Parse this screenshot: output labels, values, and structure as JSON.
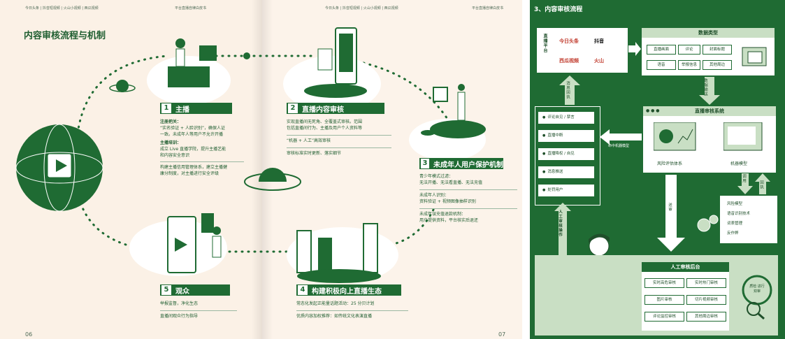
{
  "left_page": {
    "runhead": "今日头条 | 抖音短视频 | 火山小视频 | 西瓜视频",
    "title": "内容审核流程与机制",
    "folio": "06"
  },
  "right_page": {
    "runhead_center": "今日头条 | 抖音短视频 | 火山小视频 | 西瓜视频",
    "runhead_right": "平台直播自律白皮书",
    "folio": "07"
  },
  "left_runhead_right": "平台直播自律白皮书",
  "cards": {
    "c1": {
      "num": "1",
      "title": "主播",
      "l1": "注册把关：",
      "l2": "“实名验证 + 人脸识别”，确保人证",
      "l3": "一致。未成年人等用户不允许开播",
      "l4": "主播培训：",
      "l5": "成立 Live 直播学院，提升主播艺能",
      "l6": "和内容安全意识",
      "l7": "构建主播信用管理体系，建立主播健",
      "l8": "康分制度，对主播进行安全评级"
    },
    "c2": {
      "num": "2",
      "title": "直播内容审核",
      "l1": "实现直播间无死角、全覆盖式审核。范围",
      "l2": "包括直播间行为、主播及用户个人资料等",
      "l3": "“机器 + 人工”高效审核",
      "l4": "审核标准实时更新、落实细节"
    },
    "c3": {
      "num": "3",
      "title": "未成年人用户保护机制",
      "l1": "青少年模式过滤：",
      "l2": "无法开播、无法看直播、无法充值",
      "l3": "未成年人识别：",
      "l4": "资料验证 + 视频图像抽样识别",
      "l5": "未成年误充值退款机制：",
      "l6": "用户提供资料，平台核实后退还"
    },
    "c4": {
      "num": "4",
      "title": "构建积极向上直播生态",
      "l1": "常态化发起正能量话题活动：25 分贝计划",
      "l2": "优质内容加权推荐：如传统文化表演直播"
    },
    "c5": {
      "num": "5",
      "title": "观众",
      "l1": "举报监督，净化生态",
      "l2": "直播间观众行为指导"
    }
  },
  "panel": {
    "title": "3、内容审核流程",
    "platform_label": "直播平台",
    "logos": [
      "今日头条",
      "抖音",
      "西瓜视频",
      "火山"
    ],
    "data_types": {
      "header": "数据类型",
      "cells": [
        "直播画面",
        "评论",
        "封面标题",
        "语音",
        "举报信息",
        "其他周边"
      ]
    },
    "data_flow": "数据输送",
    "feedback": "消息回执",
    "review_system": {
      "header": "直播审核系统",
      "risk": "风险评估体系",
      "machine": "机器模型"
    },
    "left_list": [
      "评论自见 / 禁言",
      "直播中断",
      "直播降权 / 自见",
      "消息推送",
      "处罚用户"
    ],
    "model_label": "命中机器模型",
    "callup": "调用",
    "feedback2": "回执",
    "submit": "送审",
    "model_list": [
      "风险模型",
      "语音识别技术",
      "词表管理",
      "反作弊"
    ],
    "manual_op": "人工审核操作",
    "backend": {
      "header": "人工审核后台",
      "cells": [
        "实时高危审核",
        "实时热门审核",
        "图片审核",
        "切片视频审核",
        "评论监控审核",
        "其他周边审核"
      ]
    },
    "qa": "质检 进行双审"
  },
  "colors": {
    "brand_green": "#1f6b33",
    "light_green": "#c9dfc4",
    "cream": "#fbf1e6"
  }
}
